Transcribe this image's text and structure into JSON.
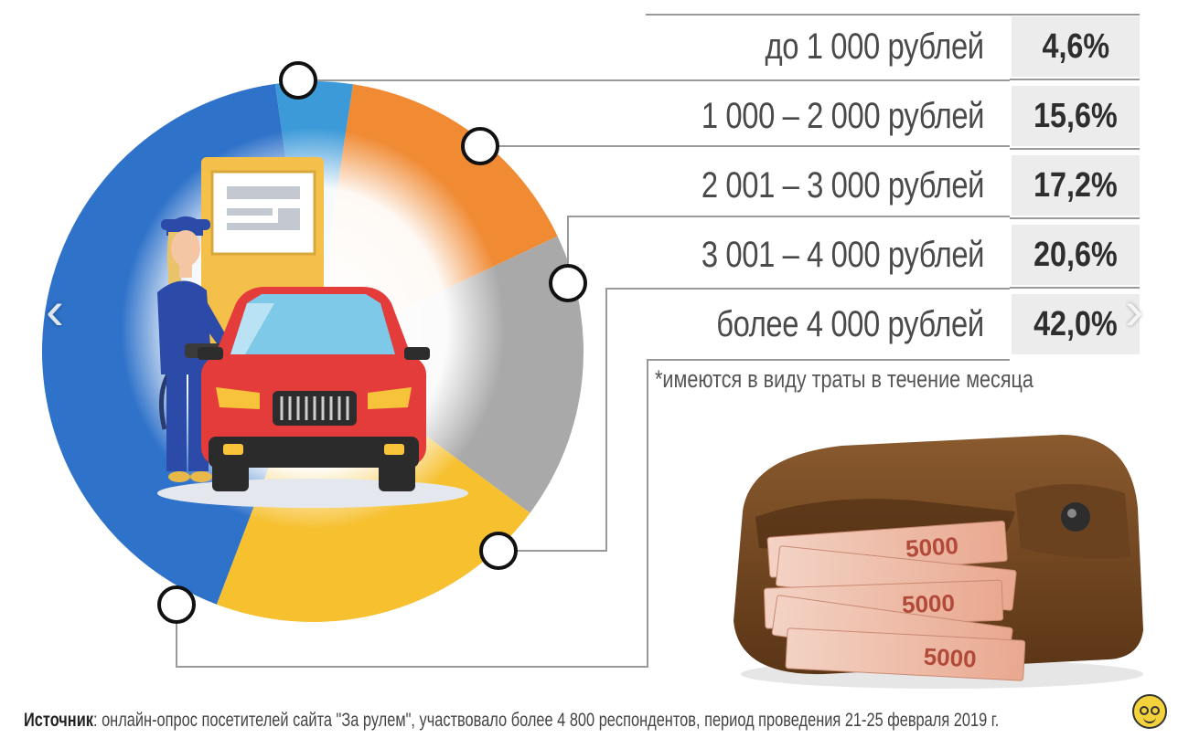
{
  "chart_data": {
    "type": "pie",
    "categories": [
      "до 1 000 рублей",
      "1 000 – 2 000 рублей",
      "2 001 – 3 000 рублей",
      "3 001 – 4 000 рублей",
      "более 4 000 рублей"
    ],
    "values": [
      4.6,
      15.6,
      17.2,
      20.6,
      42.0
    ],
    "value_labels": [
      "4,6%",
      "15,6%",
      "17,2%",
      "20,6%",
      "42,0%"
    ],
    "colors": [
      "#3d9ad9",
      "#f08a33",
      "#a9a9a9",
      "#f6c02f",
      "#2f72c9"
    ],
    "start_angle_deg": -8,
    "direction": "clockwise"
  },
  "footnote": "*имеются в виду траты в течение месяца",
  "source": {
    "label": "Источник",
    "text": ": онлайн-опрос посетителей сайта \"За рулем\", участвовало более 4 800 респондентов, период проведения 21-25 февраля 2019 г."
  },
  "banknote_denomination": "5000",
  "icons": [
    "fuel-pump-icon",
    "attendant-illustration",
    "car-illustration",
    "wallet-illustration",
    "smiley-badge-icon"
  ],
  "navigation": {
    "prev": "‹",
    "next": "›"
  }
}
